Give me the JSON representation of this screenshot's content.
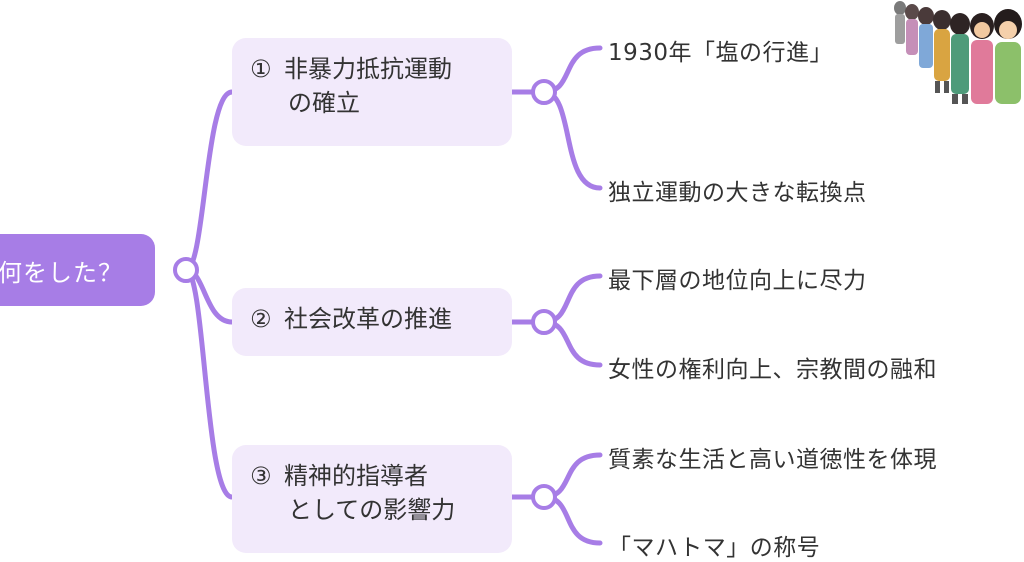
{
  "root": {
    "label": "何をした？"
  },
  "branches": [
    {
      "number": "①",
      "line1": "非暴力抵抗運動",
      "line2": "の確立",
      "leaves": [
        "1930年「塩の行進」",
        "独立運動の大きな転換点"
      ]
    },
    {
      "number": "②",
      "line1": "社会改革の推進",
      "line2": "",
      "leaves": [
        "最下層の地位向上に尽力",
        "女性の権利向上、宗教間の融和"
      ]
    },
    {
      "number": "③",
      "line1": "精神的指導者",
      "line2": "としての影響力",
      "leaves": [
        "質素な生活と高い道徳性を体現",
        "「マハトマ」の称号"
      ]
    }
  ],
  "colors": {
    "accent": "#a77de6",
    "branch_bg": "#f2eafb",
    "text": "#333333"
  },
  "icons": [
    "crowd-illustration"
  ]
}
